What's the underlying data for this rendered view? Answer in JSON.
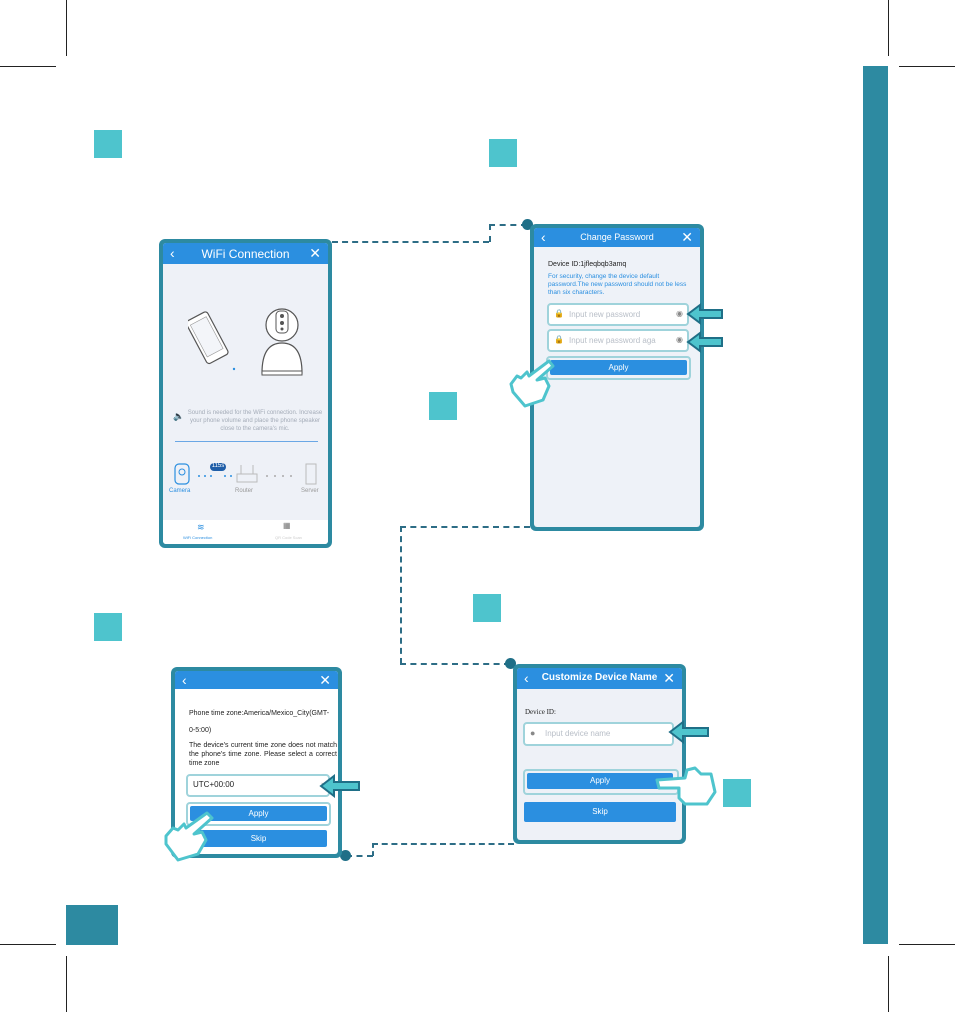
{
  "wifi_screen": {
    "title": "WiFi Connection",
    "sound_note": "Sound is needed for the WiFi connection. Increase your phone volume and place the phone speaker close to the camera's mic.",
    "timer": "115s",
    "nodes": [
      "Camera",
      "Router",
      "Server"
    ],
    "tabs": [
      "WiFi Connection",
      "QR Code Scan"
    ]
  },
  "password_screen": {
    "title": "Change Password",
    "device_id": "Device ID:1jfleqbqb3amq",
    "note": "For security, change the device default password.The new password should not be less than six characters.",
    "new_password_placeholder": "Input new password",
    "repeat_password_placeholder": "Input new password aga",
    "apply_label": "Apply"
  },
  "timezone_screen": {
    "phone_tz": "Phone time zone:America/Mexico_City(GMT-0-5:00)",
    "warning": "The device's current time zone does not match the phone's time zone. Please select a correct time zone",
    "selected_tz": "UTC+00:00",
    "apply_label": "Apply",
    "skip_label": "Skip"
  },
  "name_screen": {
    "title": "Customize Device Name",
    "device_id": "Device ID:",
    "name_placeholder": "Input device name",
    "apply_label": "Apply",
    "skip_label": "Skip"
  },
  "colors": {
    "accent": "#2d8aa1",
    "step_square": "#4ec4cd",
    "app_blue": "#2b8fe0"
  }
}
